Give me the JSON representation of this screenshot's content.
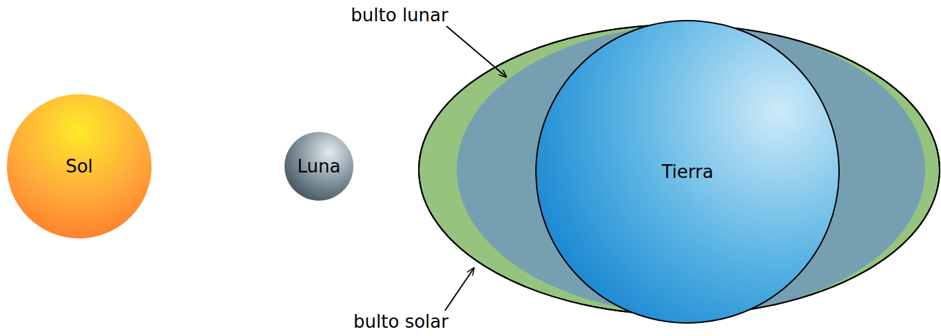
{
  "diagram": {
    "nodes": [
      {
        "text": [
          "Sol"
        ]
      },
      {
        "text": [
          "Luna"
        ]
      },
      {
        "text": [
          "Tierra"
        ]
      }
    ],
    "labels": [
      "bulto lunar",
      "bulto solar"
    ]
  }
}
